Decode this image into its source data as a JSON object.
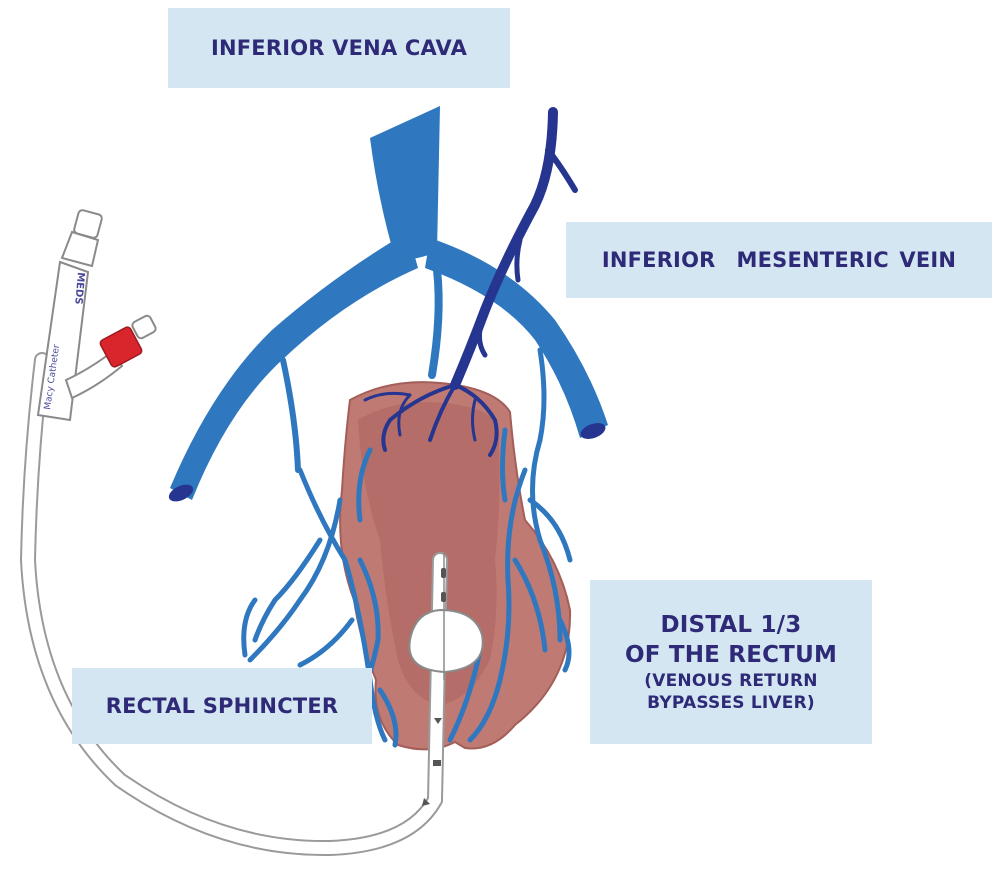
{
  "labels": {
    "inferior_vena_cava": "INFERIOR VENA CAVA",
    "inferior_mesenteric_vein": "INFERIOR  MESENTERIC VEIN",
    "distal_line1": "DISTAL 1/3",
    "distal_line2": "OF THE RECTUM",
    "distal_line3": "(VENOUS RETURN",
    "distal_line4": "BYPASSES LIVER)",
    "rectal_sphincter": "RECTAL SPHINCTER"
  },
  "catheter": {
    "brand": "MEDS",
    "model": "Macy Catheter"
  },
  "colors": {
    "label_bg": "#d4e6f1",
    "label_text": "#2e2a78",
    "vein_blue": "#2f78c0",
    "vein_dark": "#26358f",
    "rectum": "#c07a74",
    "rectum_light": "#b46d68",
    "catheter_red": "#d8262c"
  },
  "icons": {
    "vena_cava": "vena-cava-vessel-icon",
    "mesenteric_vein": "mesenteric-vein-icon",
    "rectum": "rectum-organ-icon",
    "catheter": "catheter-device-icon"
  }
}
